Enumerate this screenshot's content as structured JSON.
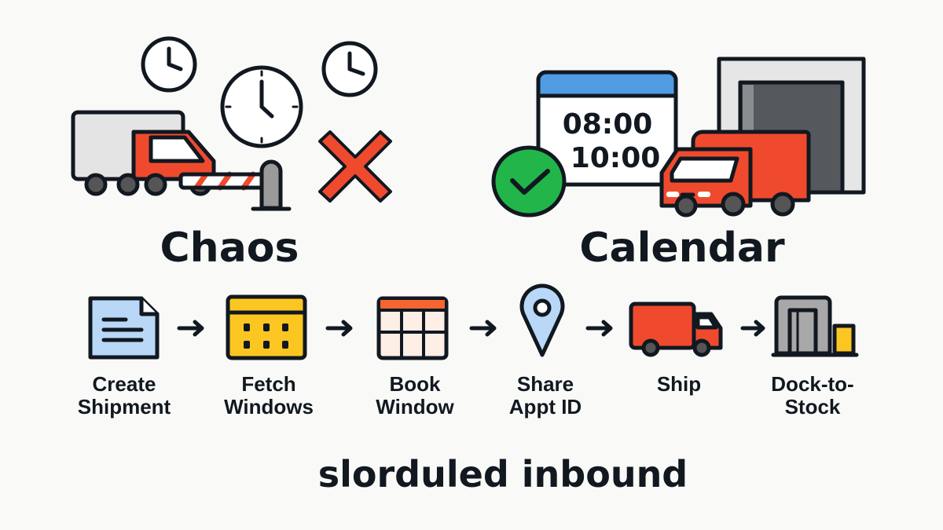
{
  "left_panel": {
    "title": "Chaos"
  },
  "right_panel": {
    "title": "Calendar",
    "times": [
      "08:00",
      "10:00"
    ]
  },
  "steps": [
    {
      "line1": "Create",
      "line2": "Shipment",
      "icon": "document-icon"
    },
    {
      "line1": "Fetch",
      "line2": "Windows",
      "icon": "calendar-icon"
    },
    {
      "line1": "Book",
      "line2": "Window",
      "icon": "grid-calendar-icon"
    },
    {
      "line1": "Share",
      "line2": "Appt ID",
      "icon": "location-pin-icon"
    },
    {
      "line1": "Ship",
      "line2": "",
      "icon": "truck-icon"
    },
    {
      "line1": "Dock-to-",
      "line2": "Stock",
      "icon": "warehouse-icon"
    }
  ],
  "footer": {
    "title": "slorduled inbound"
  },
  "colors": {
    "red": "#f04a2e",
    "blue": "#4f9be4",
    "green": "#22b64a",
    "yellow": "#fcc622",
    "ink": "#111820"
  }
}
